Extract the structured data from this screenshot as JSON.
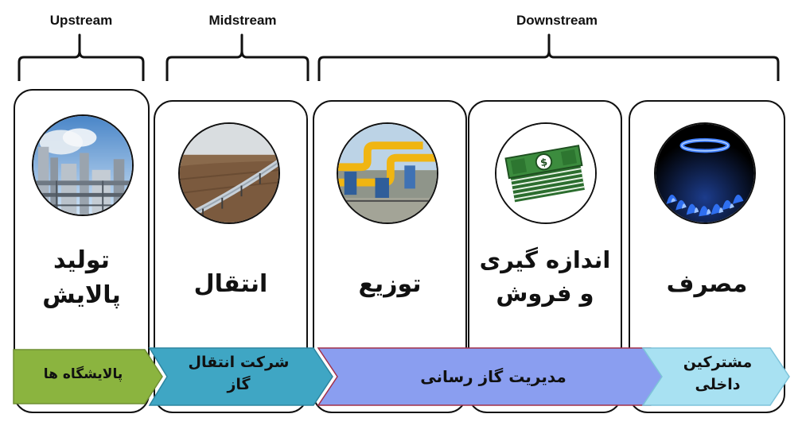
{
  "headers": {
    "upstream": "Upstream",
    "midstream": "Midstream",
    "downstream": "Downstream"
  },
  "cards": {
    "production": {
      "title_line1": "تولید",
      "title_line2": "پالایش"
    },
    "transmission": {
      "title": "انتقال"
    },
    "distribution": {
      "title": "توزیع"
    },
    "metering": {
      "title_line1": "اندازه گیری",
      "title_line2": "و فروش"
    },
    "consumption": {
      "title": "مصرف"
    }
  },
  "chevrons": {
    "refineries": {
      "label": "پالایشگاه ها",
      "color": "#8bb43f"
    },
    "transmission_company": {
      "label_line1": "شرکت انتقال",
      "label_line2": "گاز",
      "color": "#3fa6c4"
    },
    "gas_distribution": {
      "label": "مدیریت گاز رسانی",
      "color": "#8a9ef0"
    },
    "domestic_customers": {
      "label_line1": "مشترکین",
      "label_line2": "داخلی",
      "color": "#a8e1f2"
    }
  },
  "icons": {
    "production": "refinery-photo-icon",
    "transmission": "pipeline-photo-icon",
    "distribution": "gas-station-photo-icon",
    "metering": "money-stack-icon",
    "consumption": "gas-flame-icon"
  }
}
